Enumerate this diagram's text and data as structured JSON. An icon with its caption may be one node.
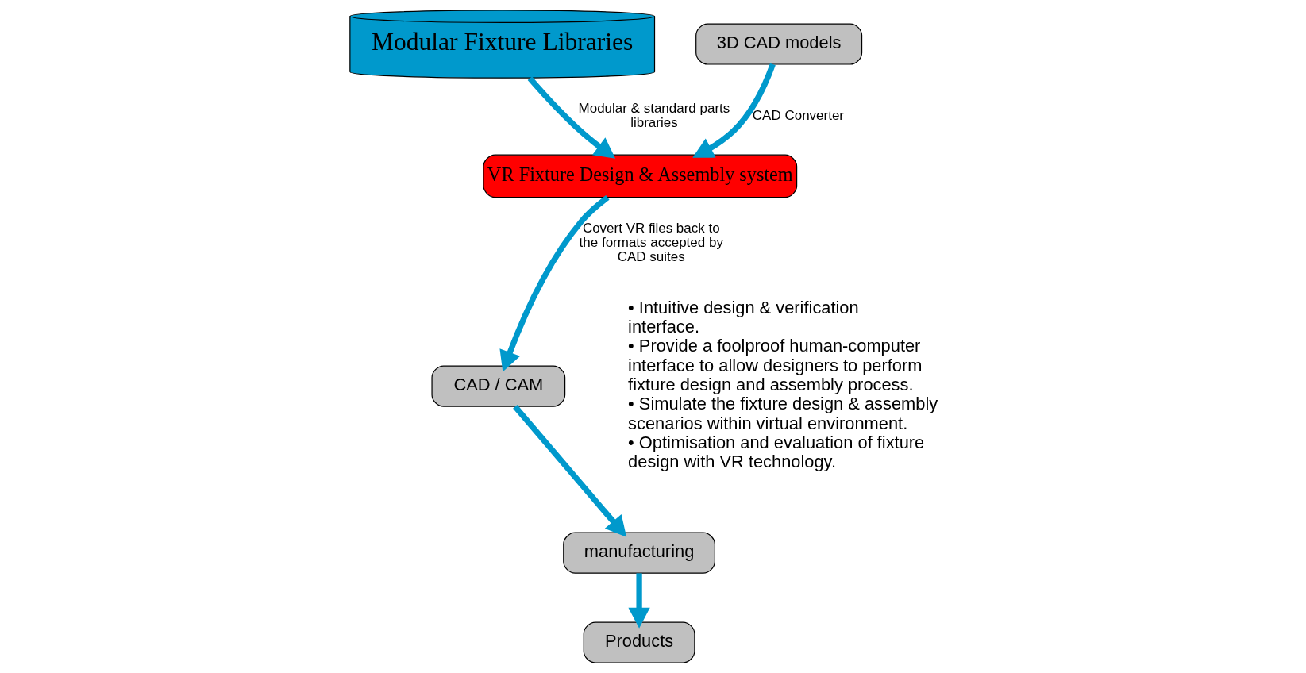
{
  "diagram": {
    "nodes": [
      {
        "text": [
          "Modular Fixture Libraries"
        ]
      },
      {
        "text": [
          "VR Fixture Design & Assembly system"
        ]
      },
      {
        "text": [
          "3D CAD models"
        ]
      },
      {
        "text": [
          "Products"
        ]
      },
      {
        "text": [
          "CAD / CAM"
        ]
      },
      {
        "text": [
          "manufacturing"
        ]
      }
    ],
    "edges": [
      {
        "from": 0,
        "to": 1,
        "arrow": "to",
        "label": "Modular & standard parts libraries"
      },
      {
        "from": 2,
        "to": 1,
        "arrow": "to",
        "label": "CAD Converter"
      },
      {
        "from": 1,
        "to": 4,
        "arrow": "to",
        "label": "Covert VR files back to the formats accepted by CAD suites"
      },
      {
        "from": 4,
        "to": 5,
        "arrow": "to"
      },
      {
        "from": 5,
        "to": 3,
        "arrow": "to"
      }
    ],
    "labels": [
      "• Intuitive design & verification interface.",
      "• Provide a foolproof human-computer interface to allow designers to perform fixture design and assembly process.",
      "• Simulate the fixture design & assembly scenarios within virtual environment.",
      "• Optimisation and evaluation of fixture design with VR technology."
    ]
  }
}
